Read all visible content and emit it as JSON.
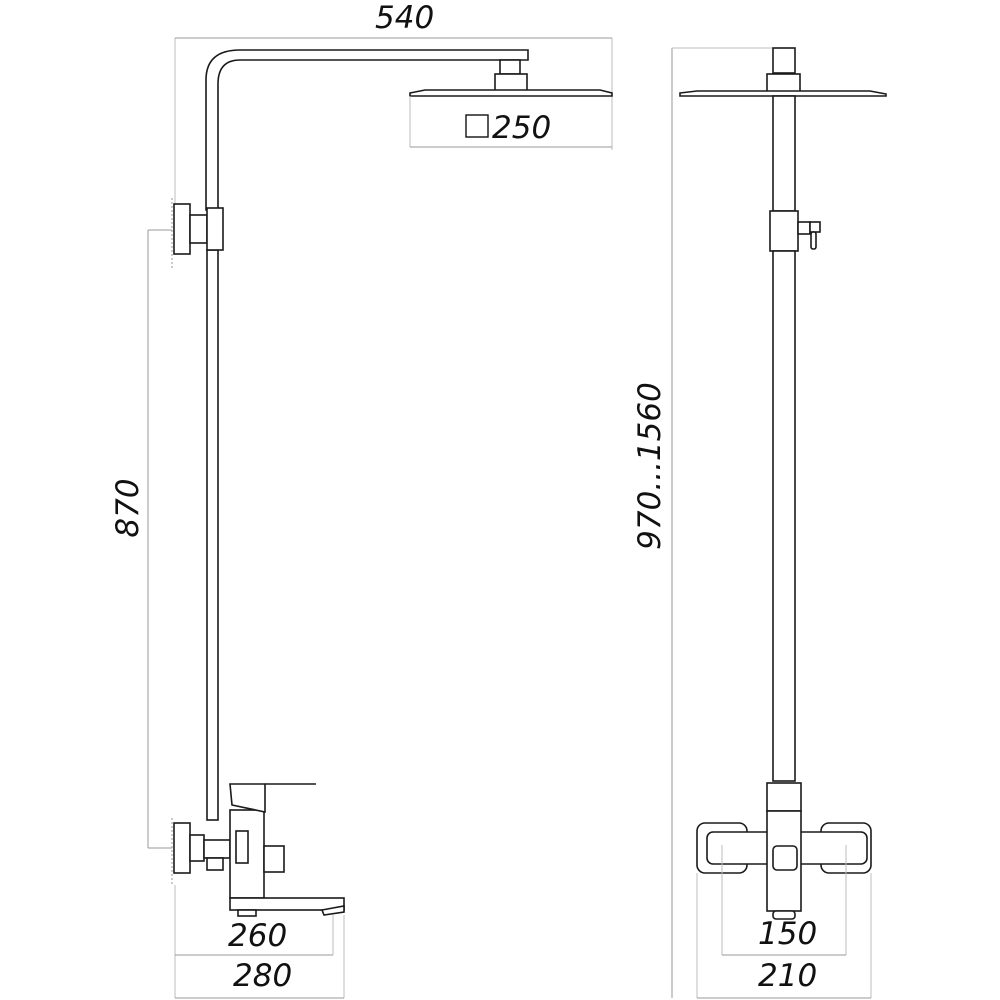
{
  "drawing": {
    "subject": "shower system with bath mixer",
    "views": [
      "side view",
      "front view"
    ]
  },
  "dimensions": {
    "overall_reach": "540",
    "head_size": "250",
    "head_size_symbol": "square",
    "wall_mount_spacing": "870",
    "height_range": "970...1560",
    "spout_reach": "260",
    "mixer_depth": "280",
    "inlet_centers": "150",
    "mixer_width": "210"
  }
}
